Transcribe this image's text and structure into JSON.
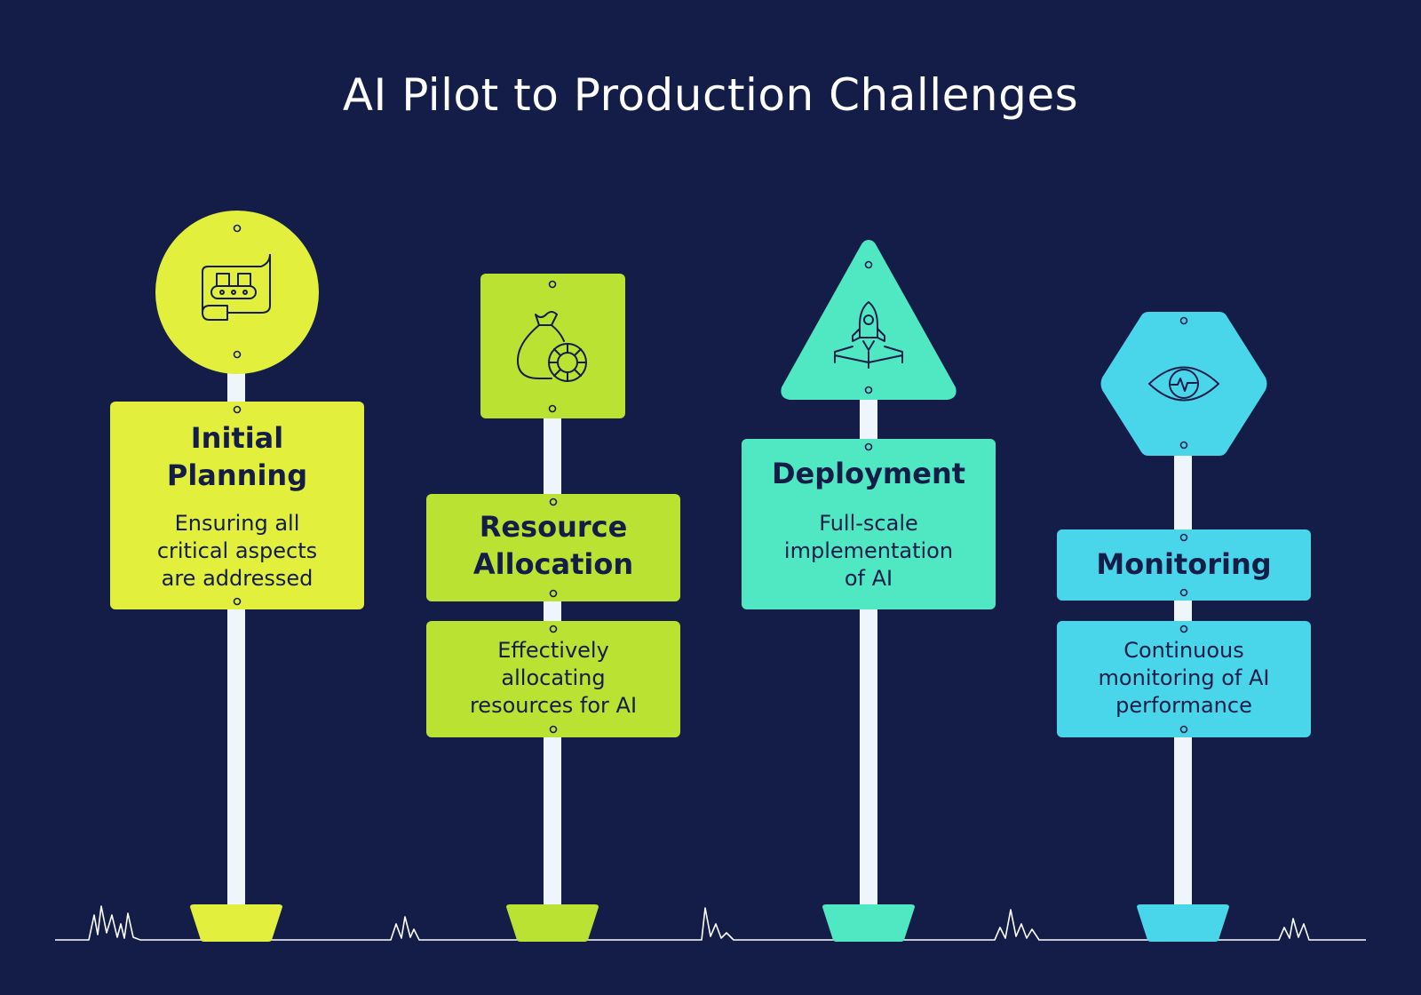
{
  "title": "AI Pilot to Production Challenges",
  "colors": {
    "background": "#131d48",
    "pole": "#eef6fb",
    "stage1": "#e2ef3d",
    "stage2": "#b9e233",
    "stage3": "#4fe8c2",
    "stage4": "#4ad6ea",
    "ink": "#131d48"
  },
  "stages": [
    {
      "heading": "Initial Planning",
      "heading_lines": [
        "Initial",
        "Planning"
      ],
      "description": "Ensuring all critical aspects are addressed",
      "desc_lines": [
        "Ensuring all",
        "critical aspects",
        "are addressed"
      ],
      "sign": "circle",
      "icon": "conveyor-blueprint-icon"
    },
    {
      "heading": "Resource Allocation",
      "heading_lines": [
        "Resource",
        "Allocation"
      ],
      "description": "Effectively allocating resources for AI",
      "desc_lines": [
        "Effectively",
        "allocating",
        "resources for AI"
      ],
      "sign": "square",
      "icon": "money-bag-coin-icon"
    },
    {
      "heading": "Deployment",
      "heading_lines": [
        "Deployment"
      ],
      "description": "Full-scale implementation of AI",
      "desc_lines": [
        "Full-scale",
        "implementation",
        "of AI"
      ],
      "sign": "triangle",
      "icon": "rocket-launch-icon"
    },
    {
      "heading": "Monitoring",
      "heading_lines": [
        "Monitoring"
      ],
      "description": "Continuous monitoring of AI performance",
      "desc_lines": [
        "Continuous",
        "monitoring of AI",
        "performance"
      ],
      "sign": "hexagon",
      "icon": "eye-pulse-icon"
    }
  ]
}
